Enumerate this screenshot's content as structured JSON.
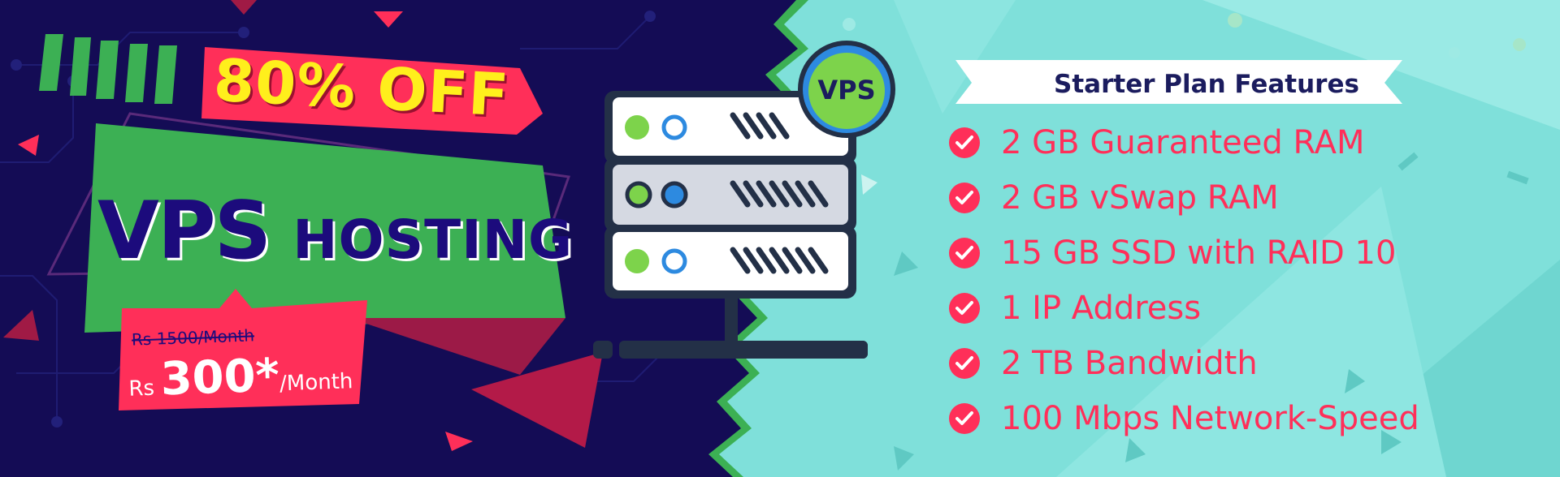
{
  "promo": {
    "discount": "80% OFF",
    "title_main": "VPS",
    "title_sub": "HOSTING",
    "old_price": "Rs 1500/Month",
    "currency": "Rs",
    "price": "300*",
    "period": "/Month"
  },
  "server": {
    "badge": "VPS"
  },
  "features": {
    "title": "Starter Plan Features",
    "items": [
      "2 GB Guaranteed RAM",
      "2 GB vSwap RAM",
      "15 GB SSD with RAID 10",
      "1 IP Address",
      "2 TB Bandwidth",
      "100 Mbps Network-Speed"
    ]
  },
  "colors": {
    "navy": "#140c55",
    "teal": "#7fe0da",
    "green": "#3cb054",
    "pink": "#ff2f59",
    "yellow": "#ffef1c",
    "dark_text": "#1c0b7c"
  },
  "icons": [
    "check-icon",
    "vps-badge-icon",
    "server-icon"
  ]
}
